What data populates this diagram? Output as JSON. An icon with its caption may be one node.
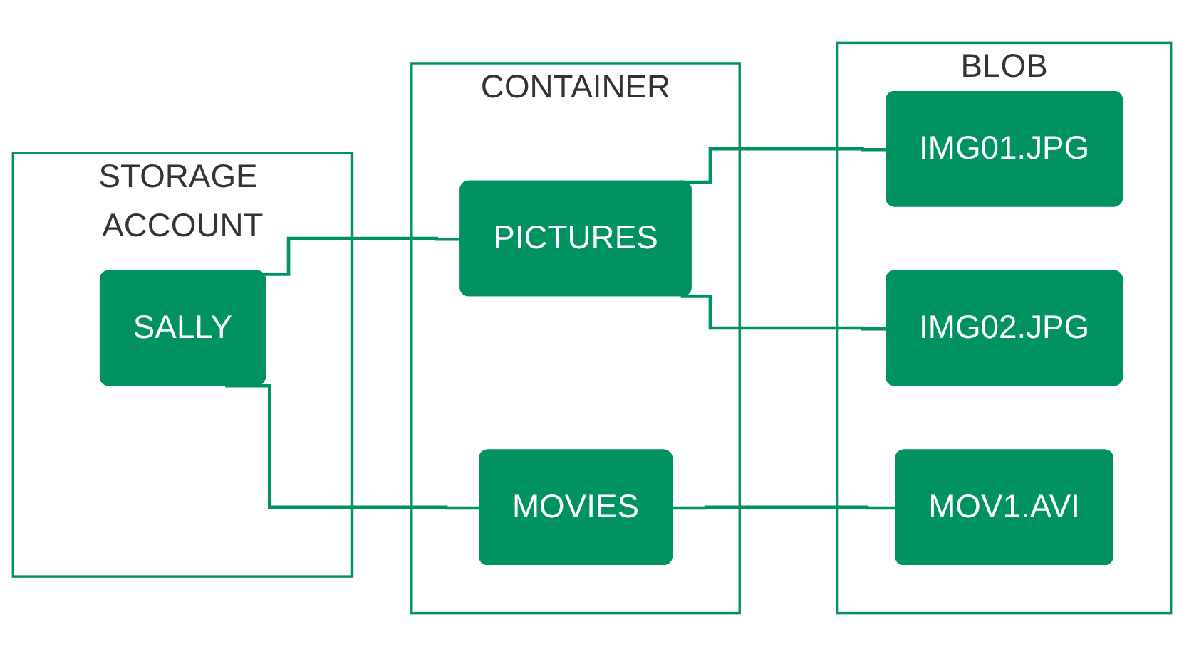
{
  "diagram": {
    "nodes": [
      {
        "text": [
          "STORAGE ACCOUNT"
        ]
      },
      {
        "text": [
          "CONTAINER"
        ]
      },
      {
        "text": [
          "BLOB"
        ]
      },
      {
        "text": [
          "SALLY"
        ],
        "in": 0
      },
      {
        "text": [
          "PICTURES"
        ],
        "in": 1
      },
      {
        "text": [
          "MOVIES"
        ],
        "in": 1
      },
      {
        "text": [
          "IMG01.JPG"
        ],
        "in": 2
      },
      {
        "text": [
          "IMG02.JPG"
        ],
        "in": 2
      },
      {
        "text": [
          "MOV1.AVI"
        ],
        "in": 2
      }
    ],
    "edges": [
      {
        "from": 3,
        "to": 4,
        "arrow": "none"
      },
      {
        "from": 3,
        "to": 5,
        "arrow": "none"
      },
      {
        "from": 4,
        "to": 6,
        "arrow": "none"
      },
      {
        "from": 4,
        "to": 7,
        "arrow": "none"
      },
      {
        "from": 5,
        "to": 8,
        "arrow": "none"
      }
    ]
  }
}
